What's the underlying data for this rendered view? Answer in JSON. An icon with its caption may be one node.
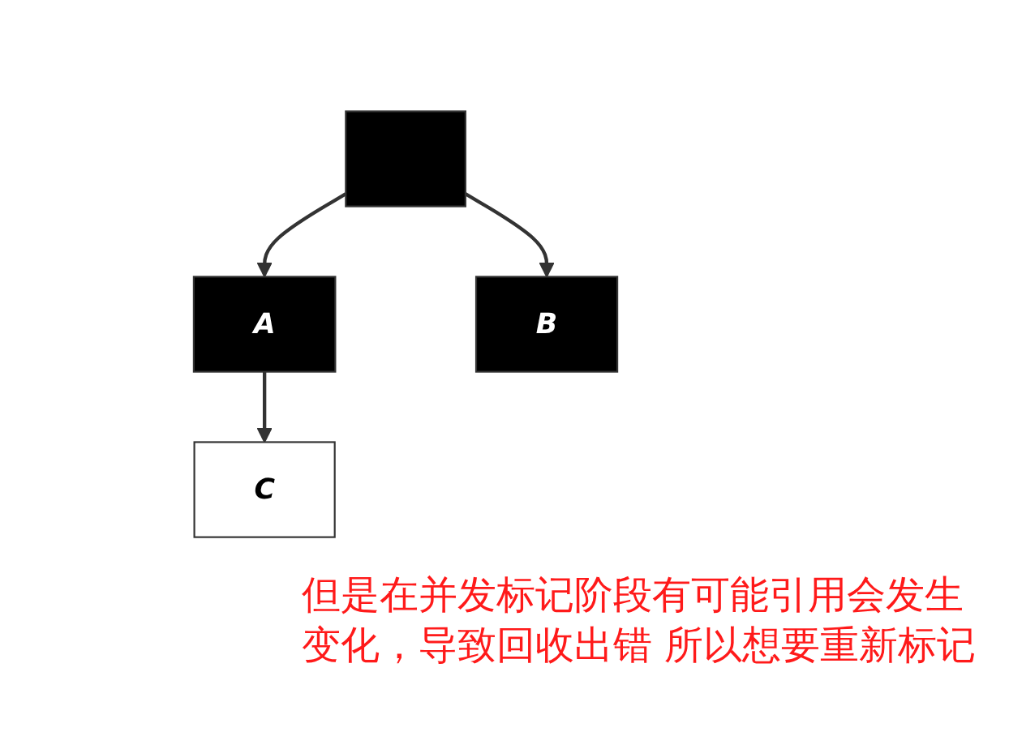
{
  "diagram": {
    "nodes": [
      {
        "text": [],
        "shape": "box"
      },
      {
        "text": [
          "A"
        ]
      },
      {
        "text": [
          "B"
        ]
      },
      {
        "text": [
          "C"
        ]
      }
    ],
    "edges": [
      {
        "from": 0,
        "to": 1,
        "arrow": "to"
      },
      {
        "from": 0,
        "to": 2,
        "arrow": "to"
      },
      {
        "from": 1,
        "to": 3,
        "arrow": "to"
      }
    ],
    "labels": [
      "但是在并发标记阶段有可能引用会发生变化，导致回收出错 所以想要重新标记"
    ]
  }
}
